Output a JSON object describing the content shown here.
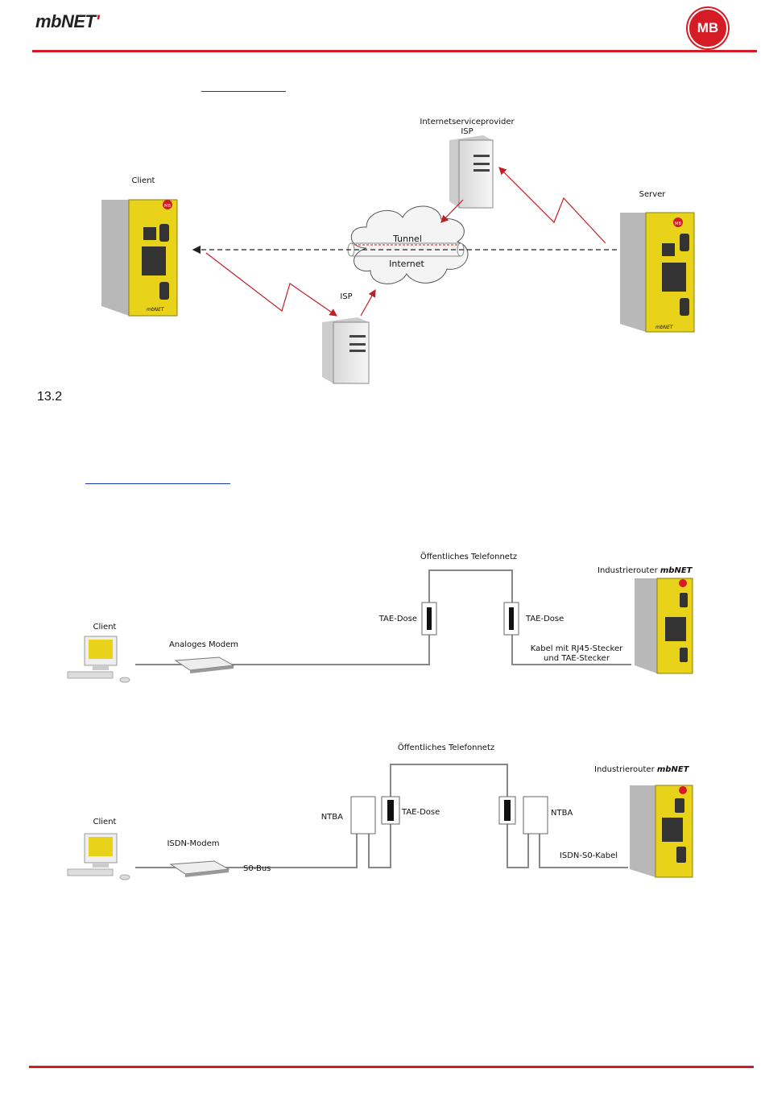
{
  "header": {
    "logo_text": "mbNET",
    "logo_tick": "'",
    "badge": "MB"
  },
  "section_number": "13.2",
  "figure_vpn": {
    "labels": {
      "isp_provider": "Internetserviceprovider",
      "isp_top": "ISP",
      "client": "Client",
      "server": "Server",
      "tunnel": "Tunnel",
      "internet": "Internet",
      "isp_bottom": "ISP"
    },
    "device_brand": "mbNET",
    "device_badge": "MB"
  },
  "figure_analog": {
    "labels": {
      "network": "Öffentliches Telefonnetz",
      "router": "Industrierouter",
      "router_brand": "mbNET",
      "tae_left": "TAE-Dose",
      "tae_right": "TAE-Dose",
      "client": "Client",
      "modem": "Analoges Modem",
      "cable_line1": "Kabel mit RJ45-Stecker",
      "cable_line2": "und TAE-Stecker"
    }
  },
  "figure_isdn": {
    "labels": {
      "network": "Öffentliches Telefonnetz",
      "router": "Industrierouter",
      "router_brand": "mbNET",
      "ntba_left": "NTBA",
      "tae": "TAE-Dose",
      "ntba_right": "NTBA",
      "client": "Client",
      "modem": "ISDN-Modem",
      "s0bus": "S0-Bus",
      "cable": "ISDN-S0-Kabel"
    }
  },
  "colors": {
    "accent": "#d51c24",
    "device_yellow": "#e8d21a",
    "link": "#1a3aa8"
  }
}
